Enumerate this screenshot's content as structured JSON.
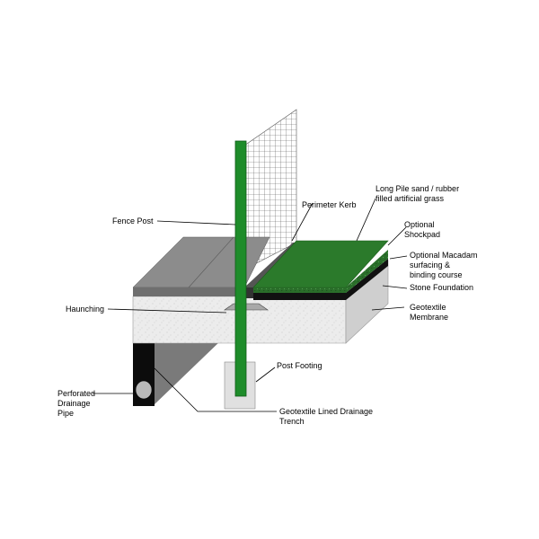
{
  "labels": {
    "fence_post": "Fence Post",
    "perimeter_kerb": "Perimeter Kerb",
    "long_pile": [
      "Long Pile sand / rubber",
      "filled artificial grass"
    ],
    "shockpad": [
      "Optional",
      "Shockpad"
    ],
    "macadam": [
      "Optional Macadam",
      "surfacing &",
      "binding course"
    ],
    "stone_foundation": "Stone Foundation",
    "geotextile_membrane": [
      "Geotextile",
      "Membrane"
    ],
    "haunching": "Haunching",
    "post_footing": "Post Footing",
    "drainage_pipe": [
      "Perforated",
      "Drainage",
      "Pipe"
    ],
    "drainage_trench": [
      "Geotextile Lined Drainage",
      "Trench"
    ]
  },
  "colors": {
    "post_green": "#1e8c2a",
    "turf_green": "#2b7a2b",
    "turf_edge": "#1f5e1f",
    "black_layer": "#111111",
    "grey_top": "#8c8c8c",
    "grey_kerb": "#6f6f6f",
    "stone_front": "#ececec",
    "stone_side": "#cfcfcf",
    "trench_side": "#7a7a7a",
    "trench_front": "#0c0c0c",
    "pipe": "#b9b9b9",
    "footing": "#e0e0e0",
    "mesh": "#555555"
  }
}
